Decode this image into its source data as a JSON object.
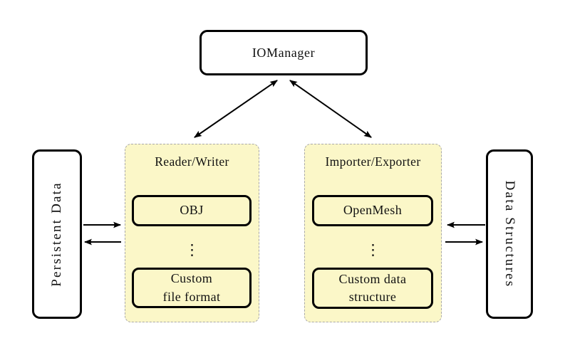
{
  "colors": {
    "background": "#ffffff",
    "group_fill": "#fbf7c8",
    "group_border": "#a9a9a9",
    "box_border": "#000000",
    "box_fill": "#ffffff",
    "arrow": "#000000"
  },
  "nodes": {
    "iomanager": {
      "label": "IOManager"
    },
    "persistent_data": {
      "label": "Persistent Data"
    },
    "data_structures": {
      "label": "Data Structures"
    }
  },
  "groups": {
    "reader_writer": {
      "title": "Reader/Writer",
      "items": {
        "first": "OBJ",
        "dots": "⋮",
        "last": "Custom\nfile format"
      }
    },
    "importer_exporter": {
      "title": "Importer/Exporter",
      "items": {
        "first": "OpenMesh",
        "dots": "⋮",
        "last": "Custom data\nstructure"
      }
    }
  },
  "connections": [
    {
      "from": "iomanager",
      "to": "reader_writer",
      "bidirectional": true
    },
    {
      "from": "iomanager",
      "to": "importer_exporter",
      "bidirectional": true
    },
    {
      "from": "persistent_data",
      "to": "reader_writer",
      "bidirectional": false
    },
    {
      "from": "reader_writer",
      "to": "persistent_data",
      "bidirectional": false
    },
    {
      "from": "importer_exporter",
      "to": "data_structures",
      "bidirectional": false
    },
    {
      "from": "data_structures",
      "to": "importer_exporter",
      "bidirectional": false
    }
  ]
}
